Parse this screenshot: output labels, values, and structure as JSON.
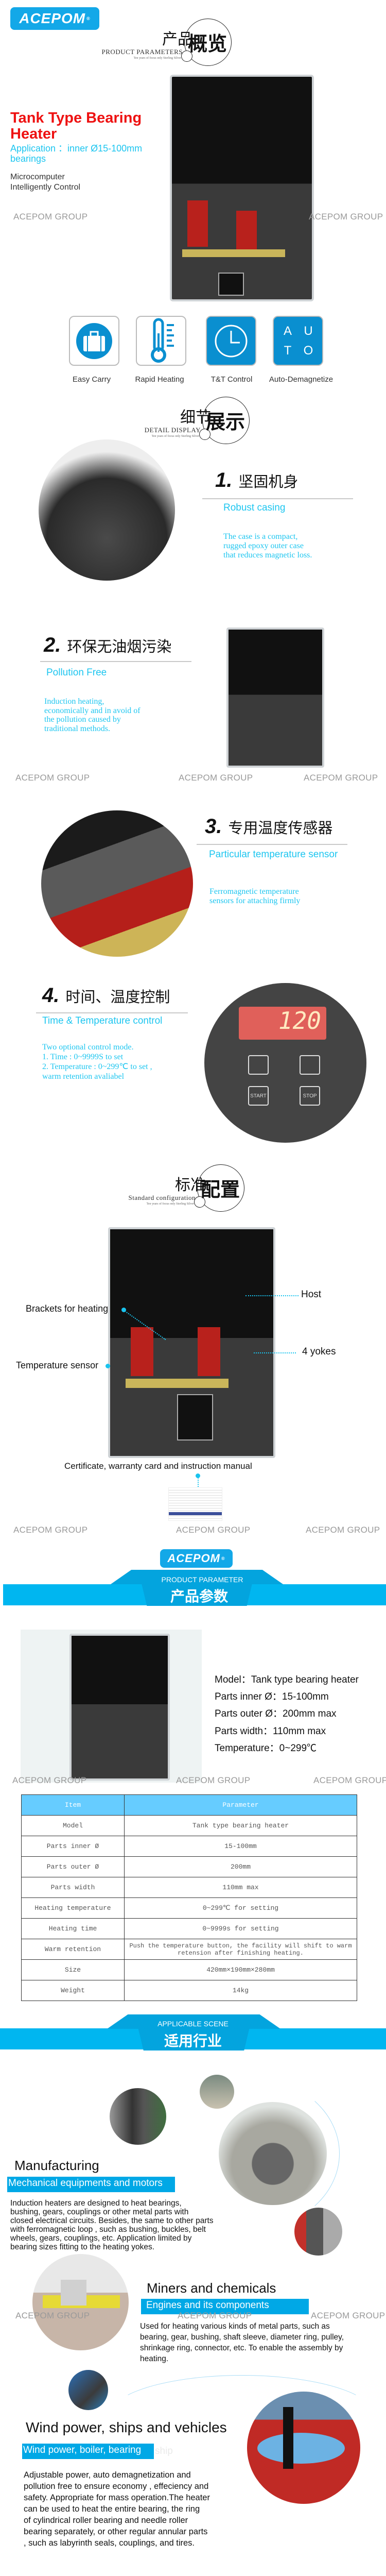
{
  "brand": {
    "logo": "ACEPOM",
    "registered": "®"
  },
  "watermark": "ACEPOM GROUP",
  "overview": {
    "heading_cn1": "产品",
    "heading_cn2": "概览",
    "heading_en": "PRODUCT  PARAMETERS",
    "heading_tag": "Ten years of focus only Sterling Silver",
    "title_line1": "Tank Type Bearing",
    "title_line2": "Heater",
    "application": "Application ：inner Ø15-100mm bearings",
    "control_line1": "Microcomputer",
    "control_line2": "Intelligently Control",
    "features": [
      {
        "icon": "suitcase-icon",
        "label": "Easy Carry"
      },
      {
        "icon": "thermometer-icon",
        "label": "Rapid Heating"
      },
      {
        "icon": "clock-icon",
        "label": "T&T Control"
      },
      {
        "icon": "auto-icon",
        "label": "Auto-Demagnetize",
        "glyphs": [
          "A",
          "U",
          "T",
          "O"
        ]
      }
    ]
  },
  "details": {
    "heading_cn1": "细节",
    "heading_cn2": "展示",
    "heading_en": "DETAIL  DISPLAY",
    "heading_tag": "Ten years of focus only Sterling Silver",
    "items": [
      {
        "num": "1.",
        "cn": "坚固机身",
        "en": "Robust casing",
        "desc": [
          "The case is a compact,",
          "rugged epoxy outer case",
          "that reduces magnetic loss."
        ]
      },
      {
        "num": "2.",
        "cn": "环保无油烟污染",
        "en": "Pollution Free",
        "desc": [
          "Induction heating,",
          "economically and in avoid of",
          " the pollution caused by",
          "traditional methods."
        ]
      },
      {
        "num": "3.",
        "cn": "专用温度传感器",
        "en": "Particular temperature sensor",
        "desc": [
          "Ferromagnetic temperature",
          "sensors for attaching firmly"
        ]
      },
      {
        "num": "4.",
        "cn": "时间、温度控制",
        "en": "Time & Temperature control",
        "desc": [
          "Two optional control mode.",
          "1. Time : 0~9999S to set",
          "2. Temperature : 0~299℃ to set ,",
          "warm retention avaliabel"
        ]
      }
    ],
    "panel": {
      "display": "120",
      "buttons": [
        "START",
        "STOP"
      ]
    }
  },
  "config": {
    "heading_cn1": "标准",
    "heading_cn2": "配置",
    "heading_en": "Standard  configuration",
    "heading_tag": "Ten years of focus only Sterling Silver",
    "labels": {
      "host": "Host",
      "brackets": "Brackets for heating",
      "yokes": "4  yokes",
      "sensor": "Temperature sensor",
      "certificate": "Certificate, warranty card and instruction manual"
    }
  },
  "parameters": {
    "banner_en": "PRODUCT PARAMETER",
    "banner_cn": "产品参数",
    "specs": [
      "Model：Tank type bearing heater",
      "Parts inner Ø：15-100mm",
      "Parts outer Ø：200mm max",
      "Parts width：110mm max",
      "Temperature：0~299℃"
    ],
    "table": {
      "headers": [
        "Item",
        "Parameter"
      ],
      "rows": [
        [
          "Model",
          "Tank type bearing heater"
        ],
        [
          "Parts inner Ø",
          "15-100mm"
        ],
        [
          "Parts outer Ø",
          "200mm"
        ],
        [
          "Parts width",
          "110mm max"
        ],
        [
          "Heating temperature",
          "0~299℃ for setting"
        ],
        [
          "Heating time",
          "0~9999s for setting"
        ],
        [
          "Warm retention",
          "Push the temperature button, the facility will shift to warm retension after finishing heating."
        ],
        [
          "Size",
          "420mm×190mm×280mm"
        ],
        [
          "Weight",
          "14kg"
        ]
      ]
    }
  },
  "scenes": {
    "banner_en": "APPLICABLE SCENE",
    "banner_cn": "适用行业",
    "items": [
      {
        "title": "Manufacturing",
        "tag": "Mechanical equipments and motors",
        "desc": [
          "Induction heaters are designed to heat bearings,",
          "bushing, gears, couplings or other metal parts with",
          "closed electrical circuits. Besides, the same to other parts",
          " with ferromagnetic loop , such as bushing, buckles, belt",
          "wheels, gears, couplings, etc. Application limited by",
          "bearing sizes fitting to the heating yokes."
        ]
      },
      {
        "title": "Miners and chemicals",
        "tag": "Engines and its components",
        "desc": [
          "Used for heating various kinds of metal parts, such as",
          "bearing, gear, bushing, shaft sleeve, diameter ring, pulley,",
          "shrinkage ring, connector, etc. To enable the  assembly by",
          "heating."
        ]
      },
      {
        "title": "Wind power, ships and vehicles",
        "tag": "Wind power, boiler, bearing",
        "tag_faded": "ship",
        "desc": [
          "Adjustable power, auto demagnetization and",
          "pollution free to ensure economy , effeciency and",
          "safety. Appropriate for mass operation.The heater",
          " can be used to heat the entire bearing, the ring",
          "of cylindrical roller bearing and needle roller",
          "bearing separately, or other regular annular parts",
          ", such as labyrinth seals, couplings, and tires."
        ]
      }
    ]
  },
  "colors": {
    "brand_blue": "#13a8e8",
    "accent_cyan": "#1ec6f0",
    "title_red": "#ee1111",
    "table_header": "#66ccff"
  }
}
